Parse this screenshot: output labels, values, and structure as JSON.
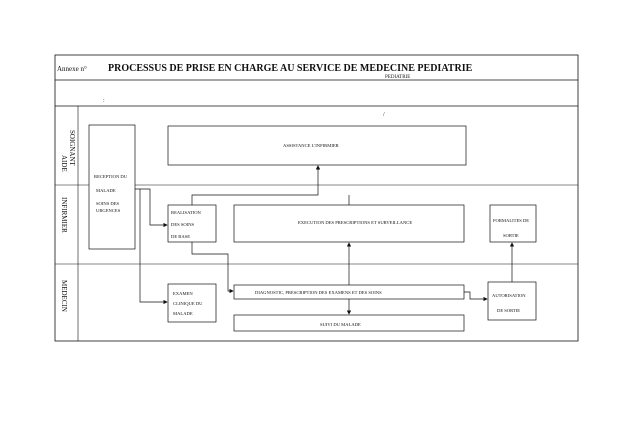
{
  "header": {
    "annexe": "Annexe n°",
    "title": "PROCESSUS DE PRISE EN CHARGE AU SERVICE DE MEDECINE PEDIATRIE",
    "subtitle": "PEDIATRIE"
  },
  "lanes": {
    "soignant": "SOIGNANT",
    "aide": "AIDE",
    "infirmier": "INFIRMIER",
    "medecin": "MEDECIN"
  },
  "boxes": {
    "reception_line1": "RECEPTION DU",
    "reception_line2": "MALADE",
    "reception_line3": "SOINS DES",
    "reception_line4": "URGENCES",
    "assistance": "ASSISTANCE L'INFIRMIER",
    "realisation_line1": "REALISATION",
    "realisation_line2": "DES SOINS",
    "realisation_line3": "DE BASE",
    "execution": "EXECUTION DES PRESCRIPTIONS ET SURVEILLANCE",
    "formalites_line1": "FORMALITES DE",
    "formalites_line2": "SORTIE",
    "examen_line1": "EXAMEN",
    "examen_line2": "CLINIQUE DU",
    "examen_line3": "MALADE",
    "diagnostic": "DIAGNOSTIC, PRESCRIPTION DES EXAMENS ET DES SOINS",
    "suivi": "SUIVI DU MALADE",
    "autorisation_line1": "AUTORISATION",
    "autorisation_line2": "DE SORTIE"
  }
}
